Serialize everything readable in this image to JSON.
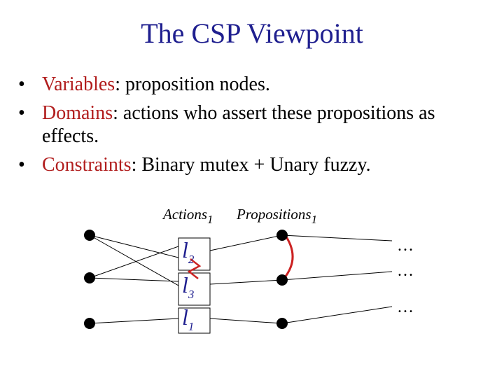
{
  "title": "The CSP Viewpoint",
  "bullets": [
    {
      "term": "Variables",
      "rest": ": proposition nodes."
    },
    {
      "term": "Domains",
      "rest": ": actions who assert these propositions as effects."
    },
    {
      "term": "Constraints",
      "rest": ": Binary mutex + Unary fuzzy."
    }
  ],
  "bullet_symbol": "•",
  "diagram": {
    "actions_heading": {
      "text": "Actions",
      "sub": "1"
    },
    "propositions_heading": {
      "text": "Propositions",
      "sub": "1"
    },
    "level_labels": [
      {
        "text": "l",
        "sub": "2"
      },
      {
        "text": "l",
        "sub": "3"
      },
      {
        "text": "l",
        "sub": "1"
      }
    ],
    "ellipsis": [
      "…",
      "…",
      "…"
    ]
  },
  "colors": {
    "title": "#1f1f8f",
    "term": "#b11d1d",
    "mutex": "#cc2222",
    "level_label": "#1f1f8f"
  }
}
